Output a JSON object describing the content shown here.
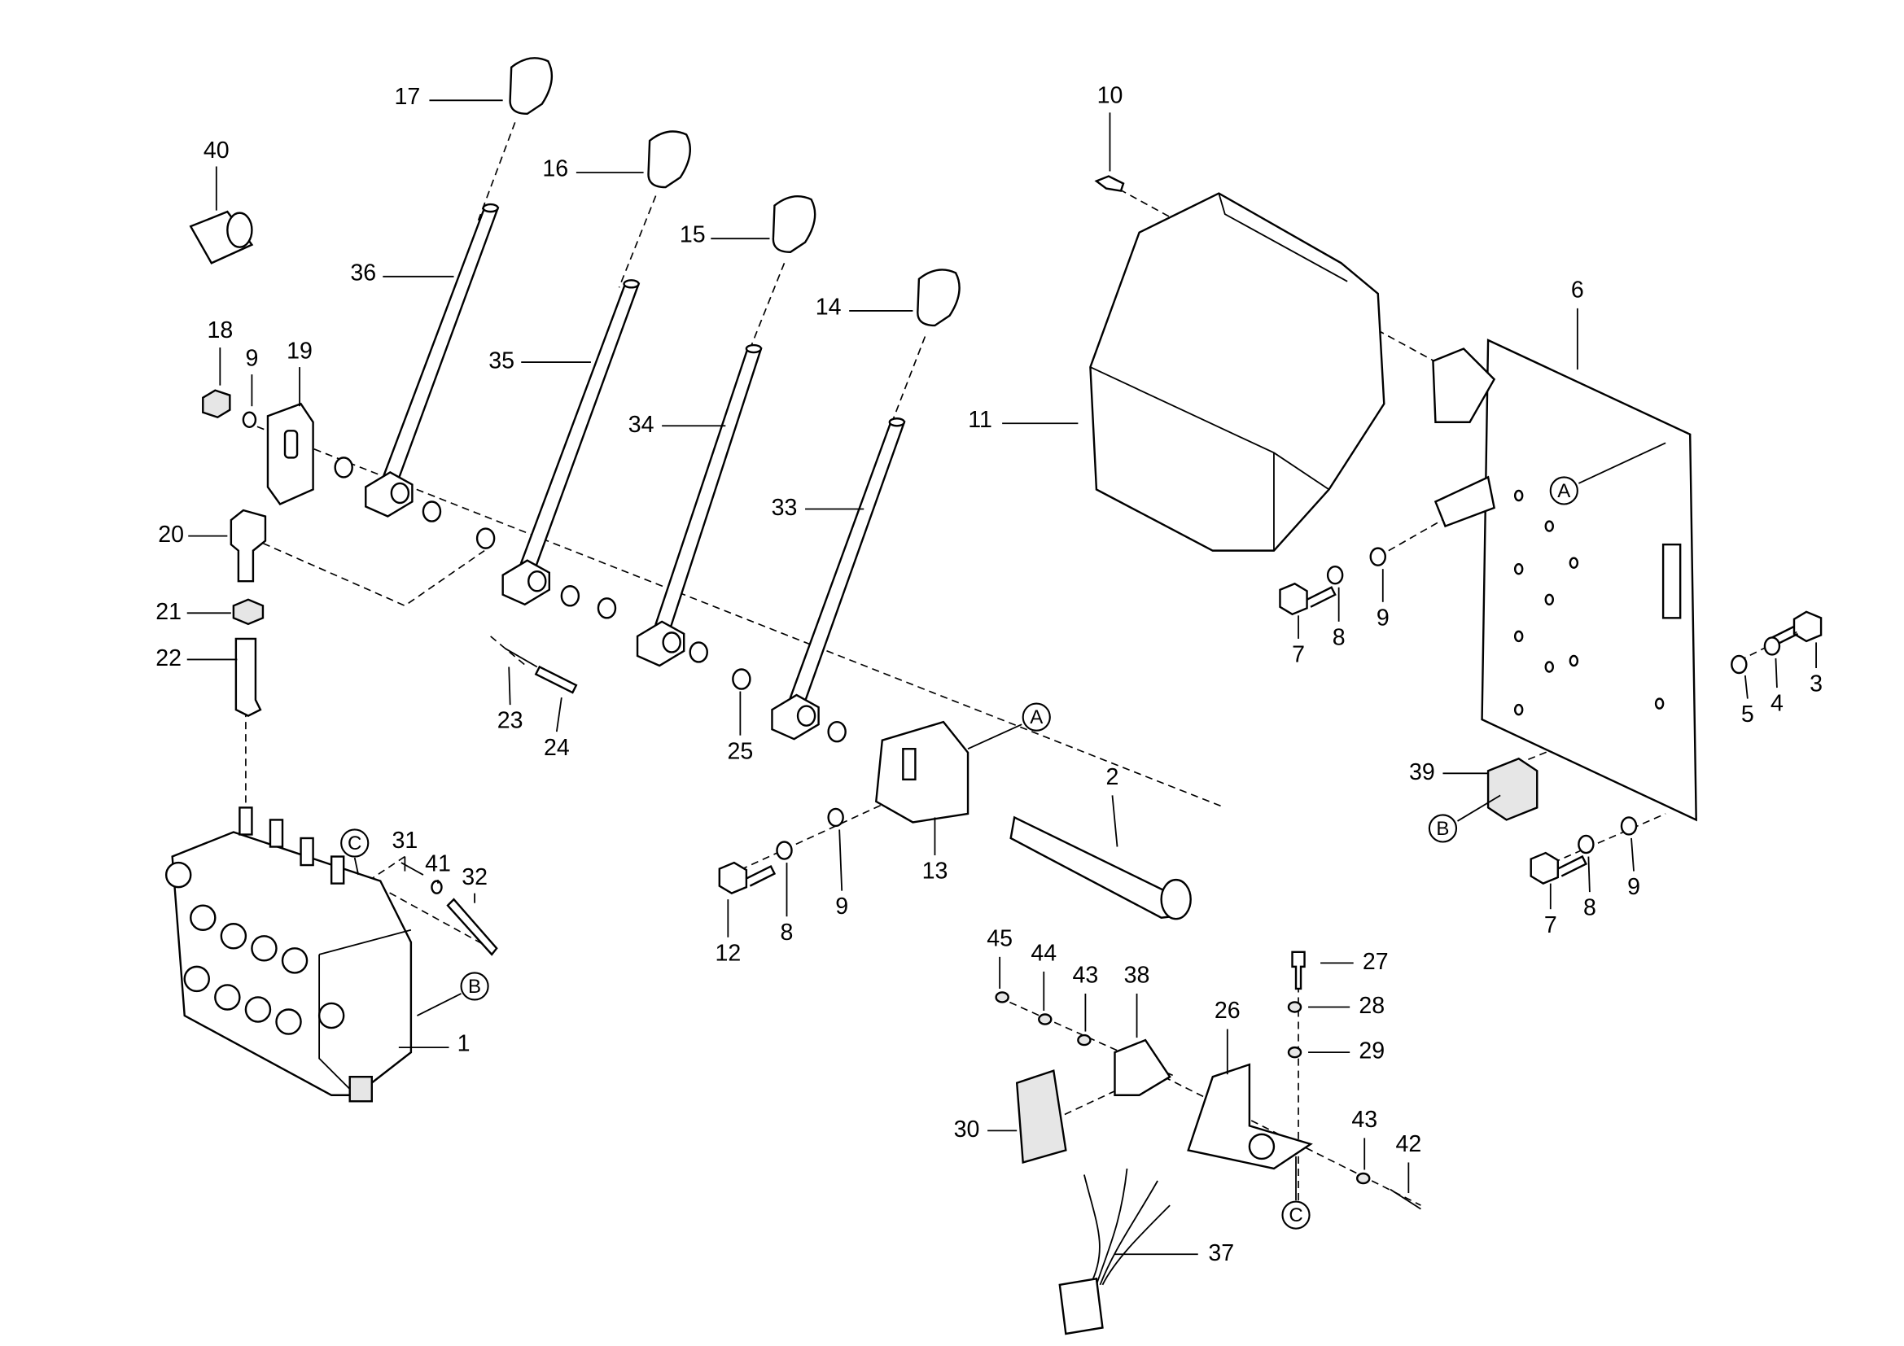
{
  "diagram": {
    "type": "exploded parts diagram",
    "callouts": [
      "17",
      "40",
      "16",
      "10",
      "15",
      "36",
      "14",
      "6",
      "18",
      "9",
      "19",
      "35",
      "34",
      "11",
      "33",
      "20",
      "21",
      "22",
      "7",
      "8",
      "9",
      "3",
      "5",
      "4",
      "23",
      "24",
      "25",
      "2",
      "39",
      "31",
      "41",
      "32",
      "13",
      "12",
      "8",
      "9",
      "7",
      "8",
      "9",
      "45",
      "44",
      "43",
      "38",
      "27",
      "28",
      "29",
      "26",
      "1",
      "30",
      "43",
      "42",
      "37"
    ],
    "reference_marks": [
      "A",
      "A",
      "B",
      "B",
      "C",
      "C"
    ]
  }
}
